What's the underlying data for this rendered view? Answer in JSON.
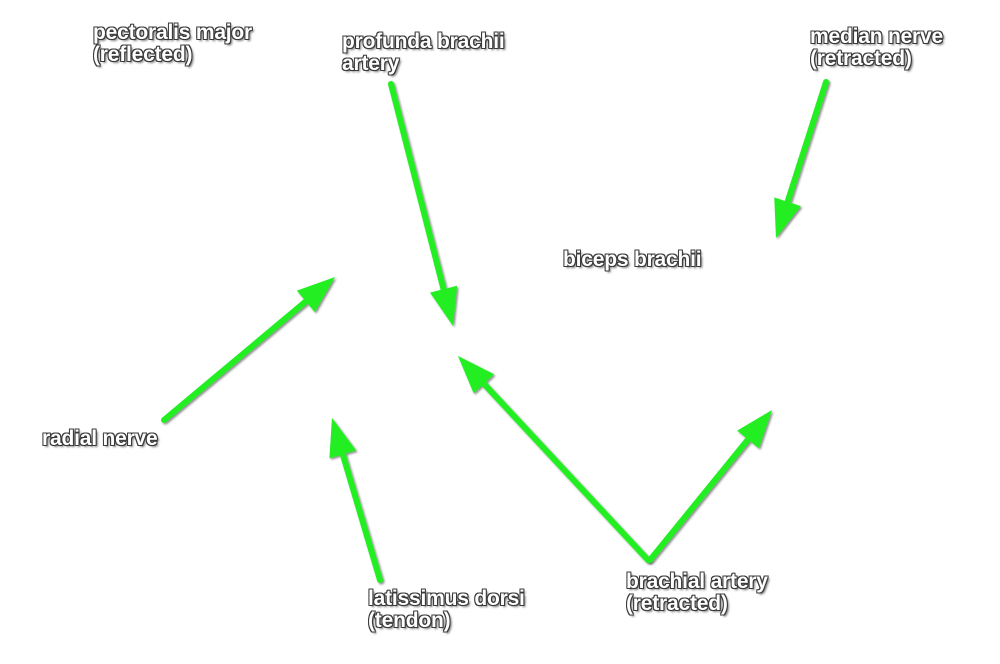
{
  "colors": {
    "arrow": "#22ee22",
    "label_text": "#ffffff",
    "label_outline": "#3a3a3a"
  },
  "labels": {
    "pectoralis_major": [
      "pectoralis major",
      "(reflected)"
    ],
    "profunda_brachii": [
      "profunda brachii",
      "artery"
    ],
    "median_nerve": [
      "median nerve",
      "(retracted)"
    ],
    "biceps_brachii": [
      "biceps brachii"
    ],
    "radial_nerve": [
      "radial nerve"
    ],
    "latissimus_dorsi": [
      "latissimus dorsi",
      "(tendon)"
    ],
    "brachial_artery": [
      "brachial artery",
      "(retracted)"
    ]
  }
}
